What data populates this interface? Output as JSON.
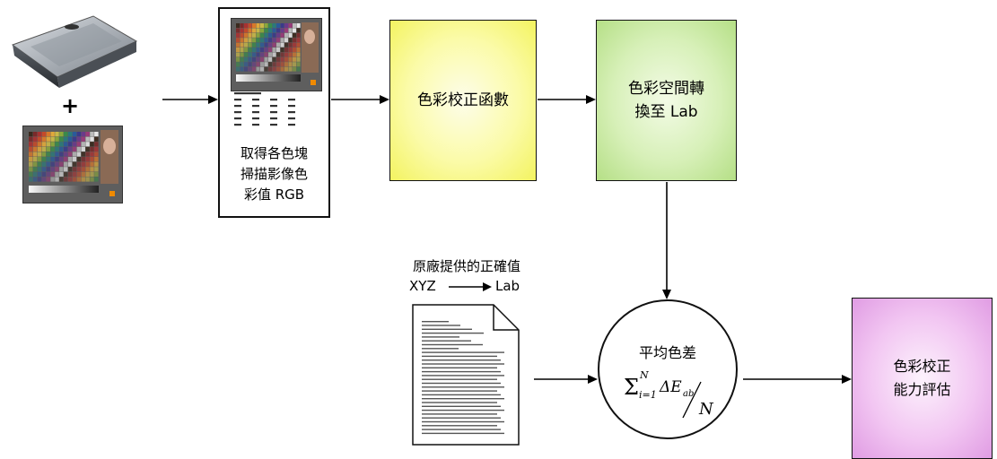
{
  "nodes": {
    "input_plus": "+",
    "scan_caption": "取得各色塊\n掃描影像色\n彩值 RGB",
    "calibration_function": "色彩校正函數",
    "color_space_conversion": "色彩空間轉\n換至 Lab",
    "reference_label": "原廠提供的正確值",
    "conversion_from": "XYZ",
    "conversion_to": "Lab",
    "average_color_difference": "平均色差",
    "formula": {
      "sigma": "Σ",
      "upper": "N",
      "lower": "i=1",
      "term": "ΔE",
      "sub": "ab",
      "divisor": "N"
    },
    "evaluation": "色彩校正\n能力評估"
  },
  "colors": {
    "yellow_box": "#fbfba8",
    "green_box": "#d7f0b8",
    "pink_box": "#f2c6f2",
    "border": "#111111"
  },
  "icons": [
    "scanner-icon",
    "color-chart-icon",
    "document-icon",
    "arrow-icon"
  ]
}
